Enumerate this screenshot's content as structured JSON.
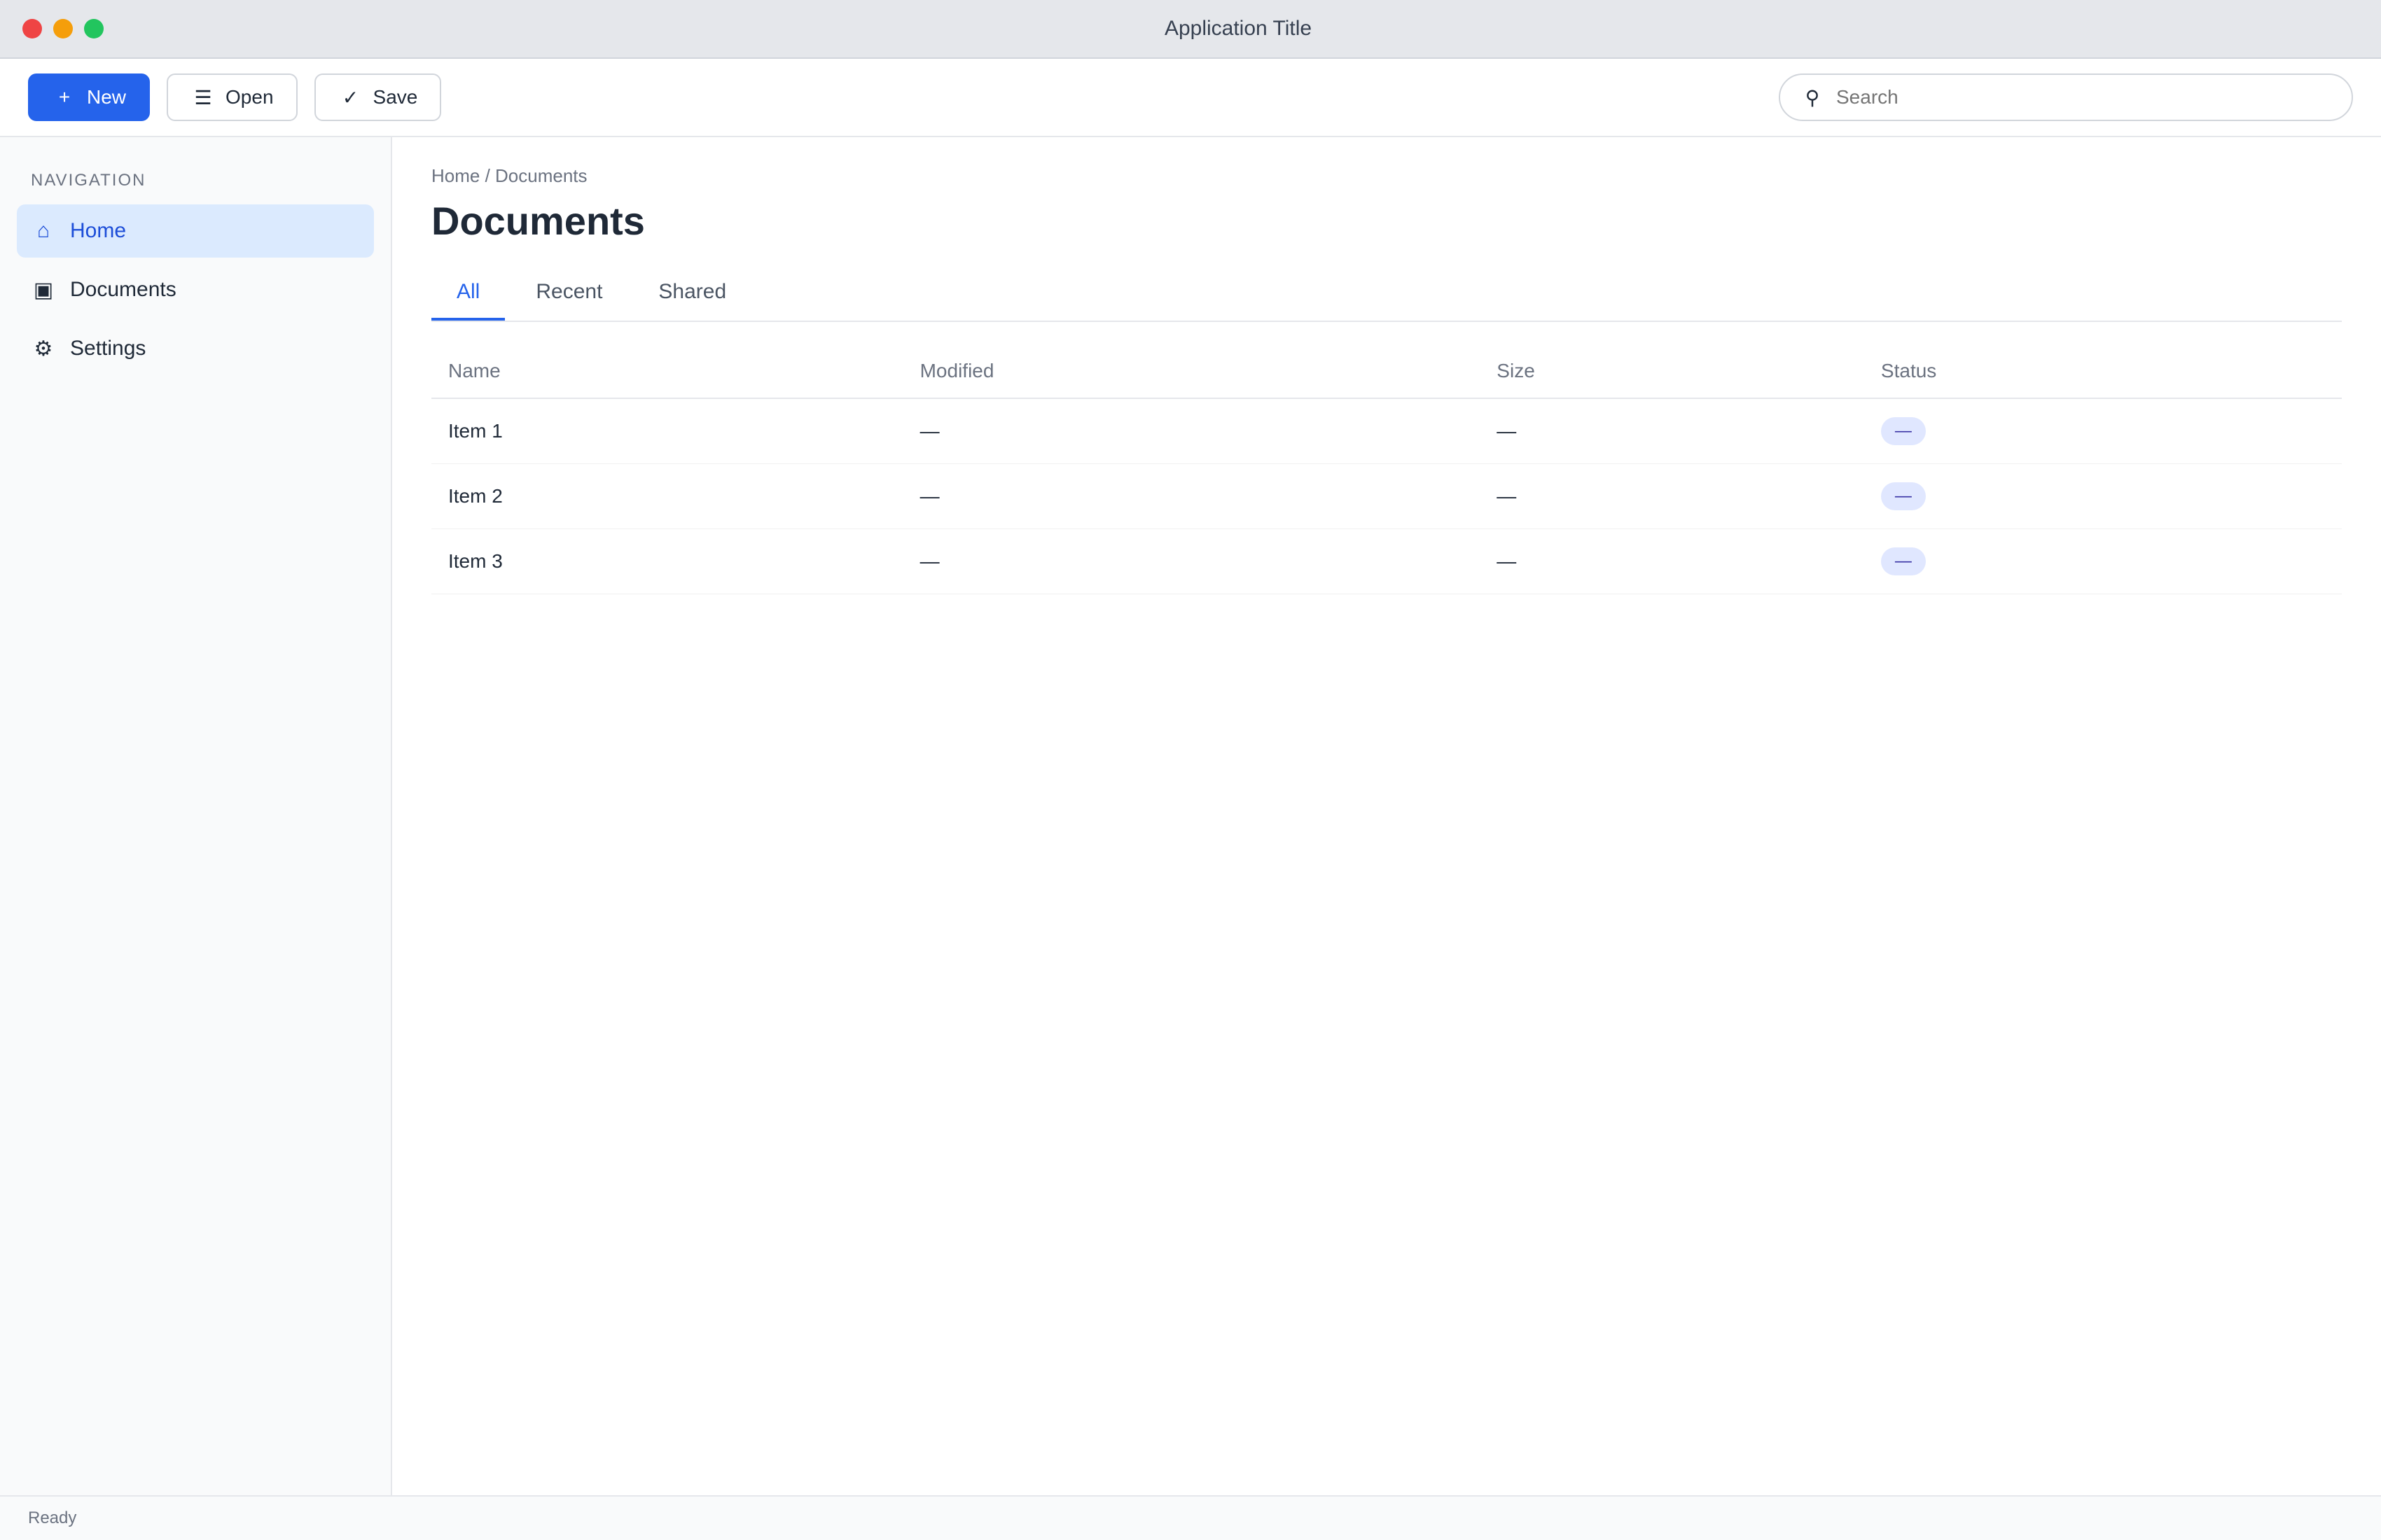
{
  "window": {
    "title": "Application Title"
  },
  "toolbar": {
    "new_label": "New",
    "open_label": "Open",
    "save_label": "Save",
    "search_placeholder": "Search",
    "search_value": ""
  },
  "sidebar": {
    "heading": "Navigation",
    "items": [
      {
        "label": "Home",
        "icon": "home-icon"
      },
      {
        "label": "Documents",
        "icon": "folder-icon"
      },
      {
        "label": "Settings",
        "icon": "gear-icon"
      }
    ],
    "active_index": 0
  },
  "main": {
    "breadcrumb": "Home / Documents",
    "title": "Documents",
    "tabs": [
      {
        "label": "All"
      },
      {
        "label": "Recent"
      },
      {
        "label": "Shared"
      }
    ],
    "active_tab": 0,
    "table": {
      "columns": [
        "Name",
        "Modified",
        "Size",
        "Status"
      ],
      "rows": [
        [
          "Item 1",
          "—",
          "—",
          "—"
        ],
        [
          "Item 2",
          "—",
          "—",
          "—"
        ],
        [
          "Item 3",
          "—",
          "—",
          "—"
        ]
      ]
    }
  },
  "status": {
    "left": "Ready",
    "right": ""
  },
  "colors": {
    "accent": "#2563eb",
    "badge_bg": "#e0e7ff",
    "badge_fg": "#3730a3"
  }
}
